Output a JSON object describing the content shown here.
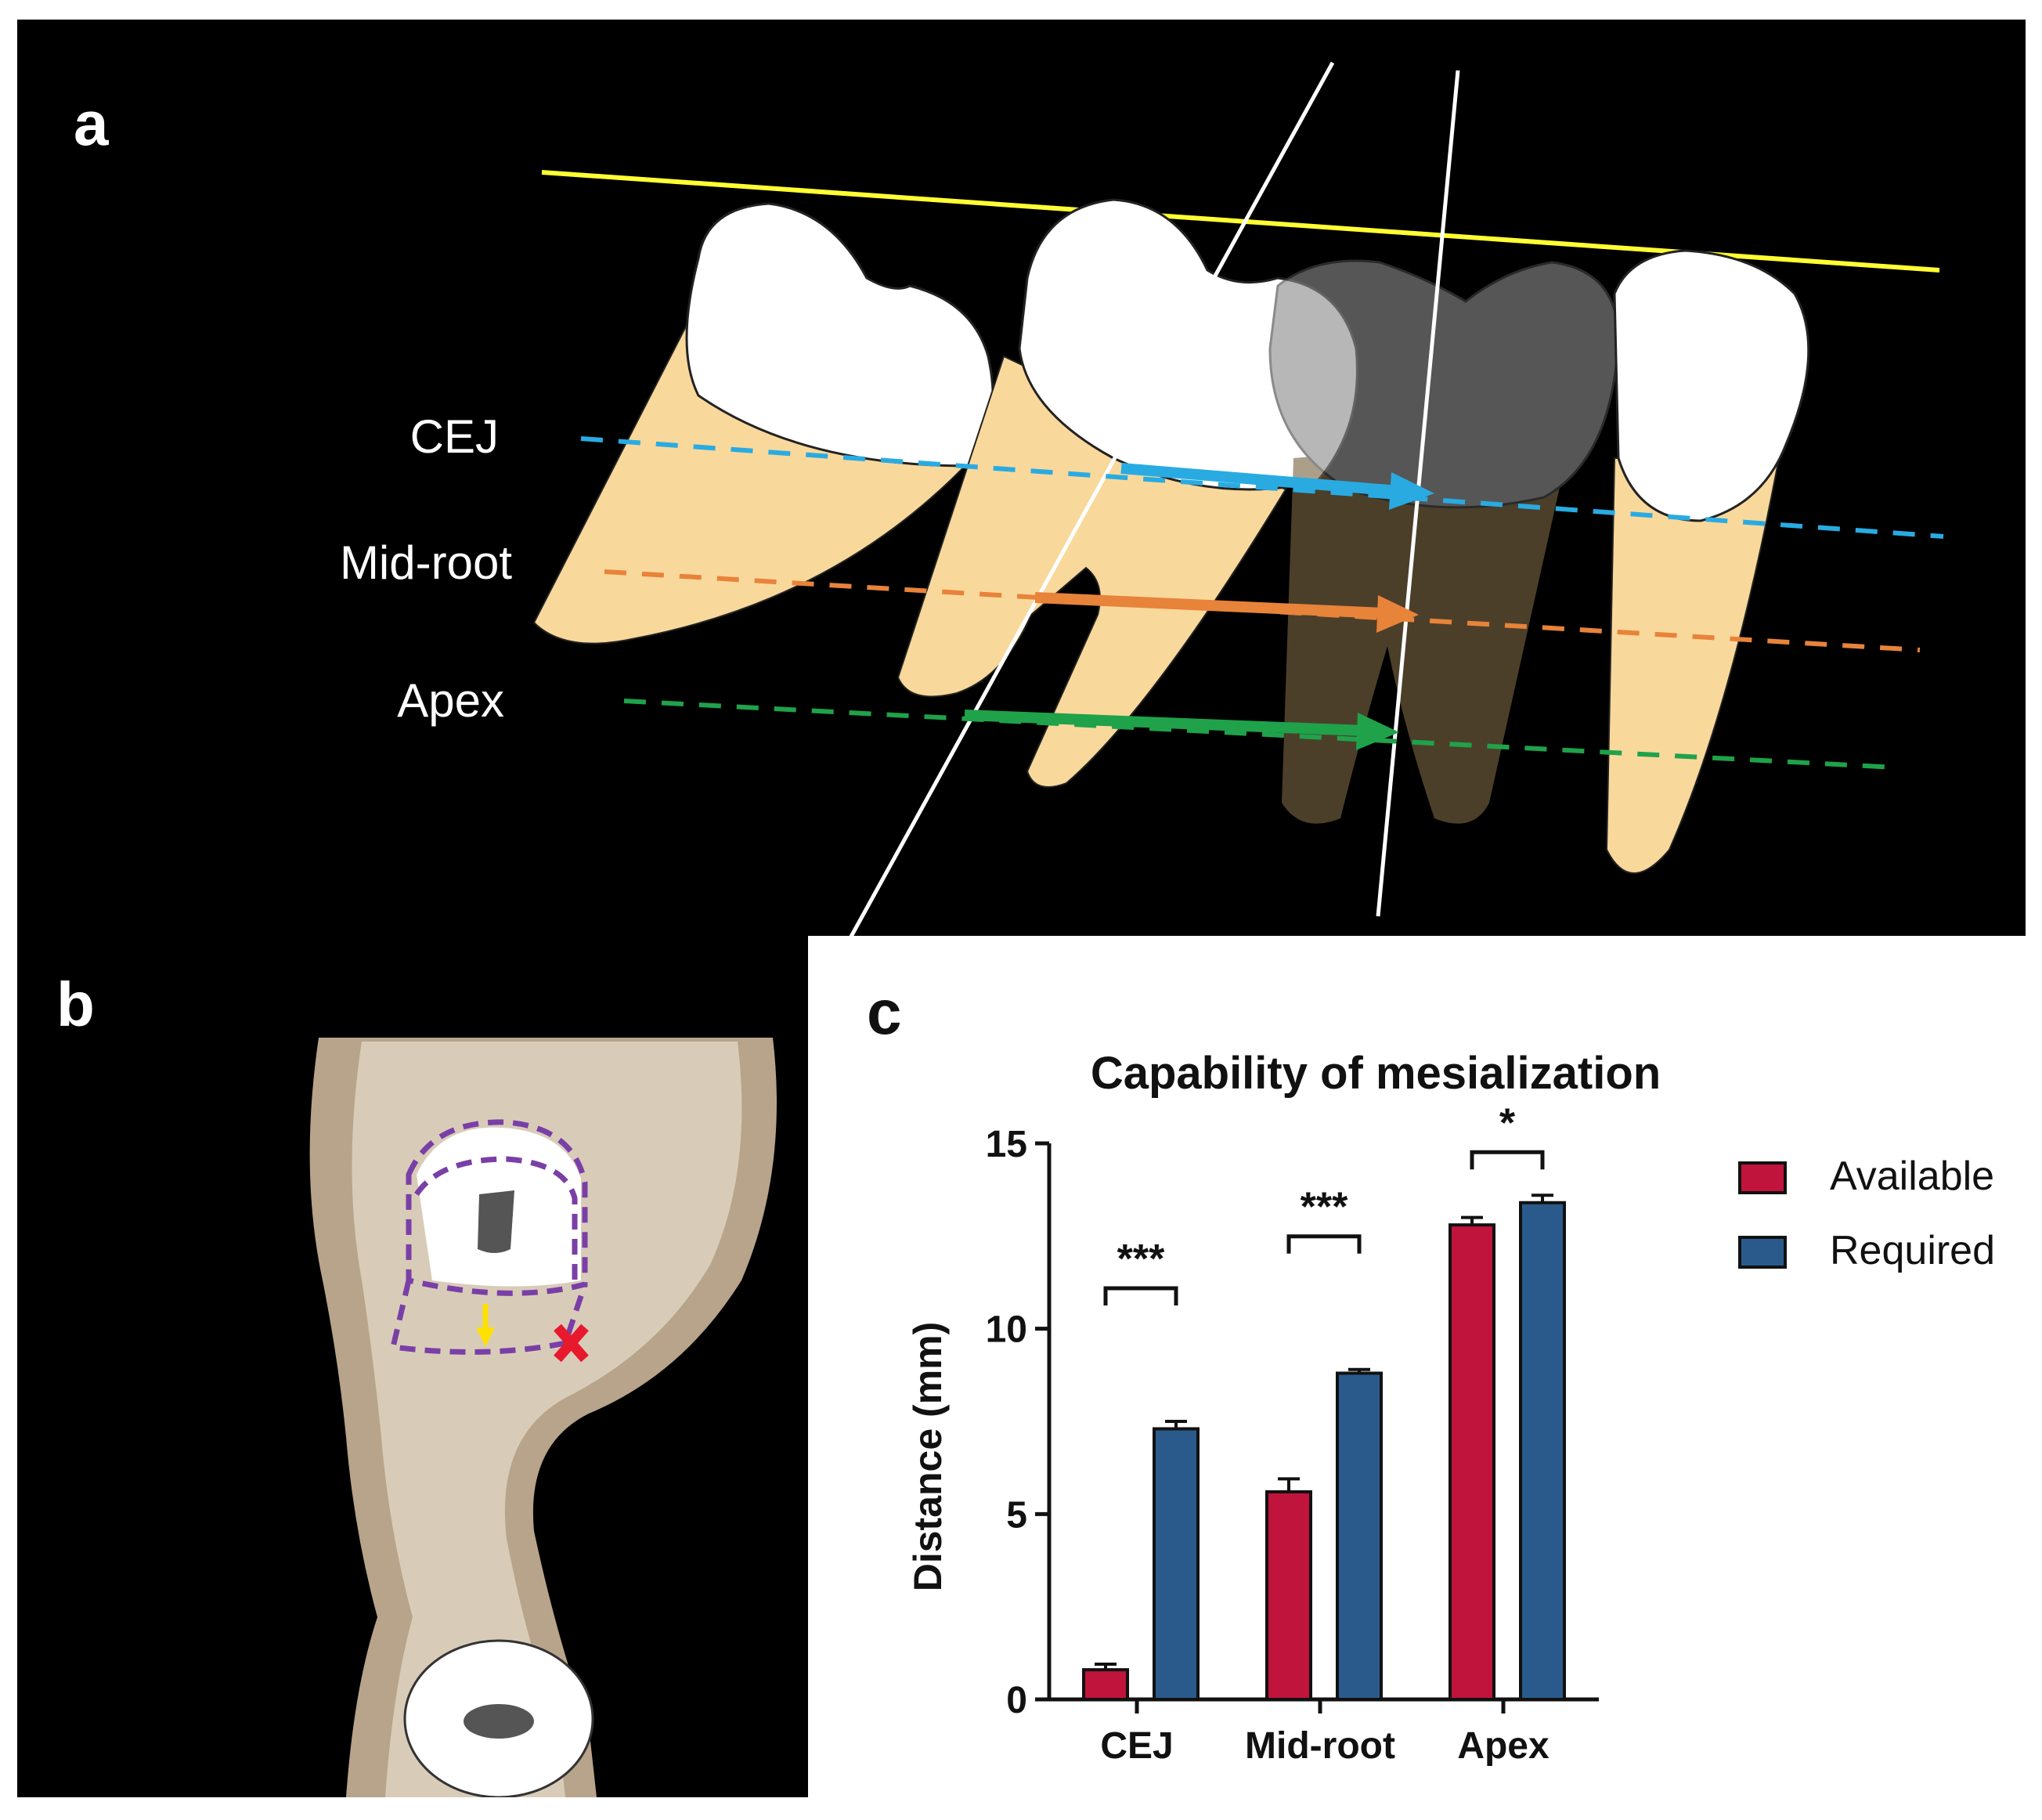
{
  "panel_a": {
    "label": "a",
    "levels": [
      "CEJ",
      "Mid-root",
      "Apex"
    ],
    "colors": {
      "cej": "#29abe2",
      "midroot": "#e8833a",
      "apex": "#1fa24a",
      "occlusal": "#ffff00",
      "root": "#f9d89c"
    }
  },
  "panel_b": {
    "label": "b",
    "colors": {
      "bone": "#d8ccb9",
      "cortex": "#b8a48a",
      "outline": "#7a3fa6",
      "arrow": "#ffe100",
      "cross": "#e8192c"
    }
  },
  "panel_c": {
    "label": "c"
  },
  "chart_data": {
    "type": "bar",
    "title": "Capability of mesialization",
    "ylabel": "Distance (mm)",
    "xlabel": "",
    "categories": [
      "CEJ",
      "Mid-root",
      "Apex"
    ],
    "ylim": [
      0,
      15
    ],
    "yticks": [
      "0",
      "5",
      "10",
      "15"
    ],
    "series": [
      {
        "name": "Available",
        "color": "#c0143c",
        "values": [
          0.8,
          5.6,
          12.8
        ],
        "errors": [
          0.15,
          0.35,
          0.2
        ]
      },
      {
        "name": "Required",
        "color": "#2a5a8c",
        "values": [
          7.3,
          8.8,
          13.4
        ],
        "errors": [
          0.2,
          0.1,
          0.2
        ]
      }
    ],
    "significance": [
      "***",
      "***",
      "*"
    ],
    "legend_position": "right"
  }
}
